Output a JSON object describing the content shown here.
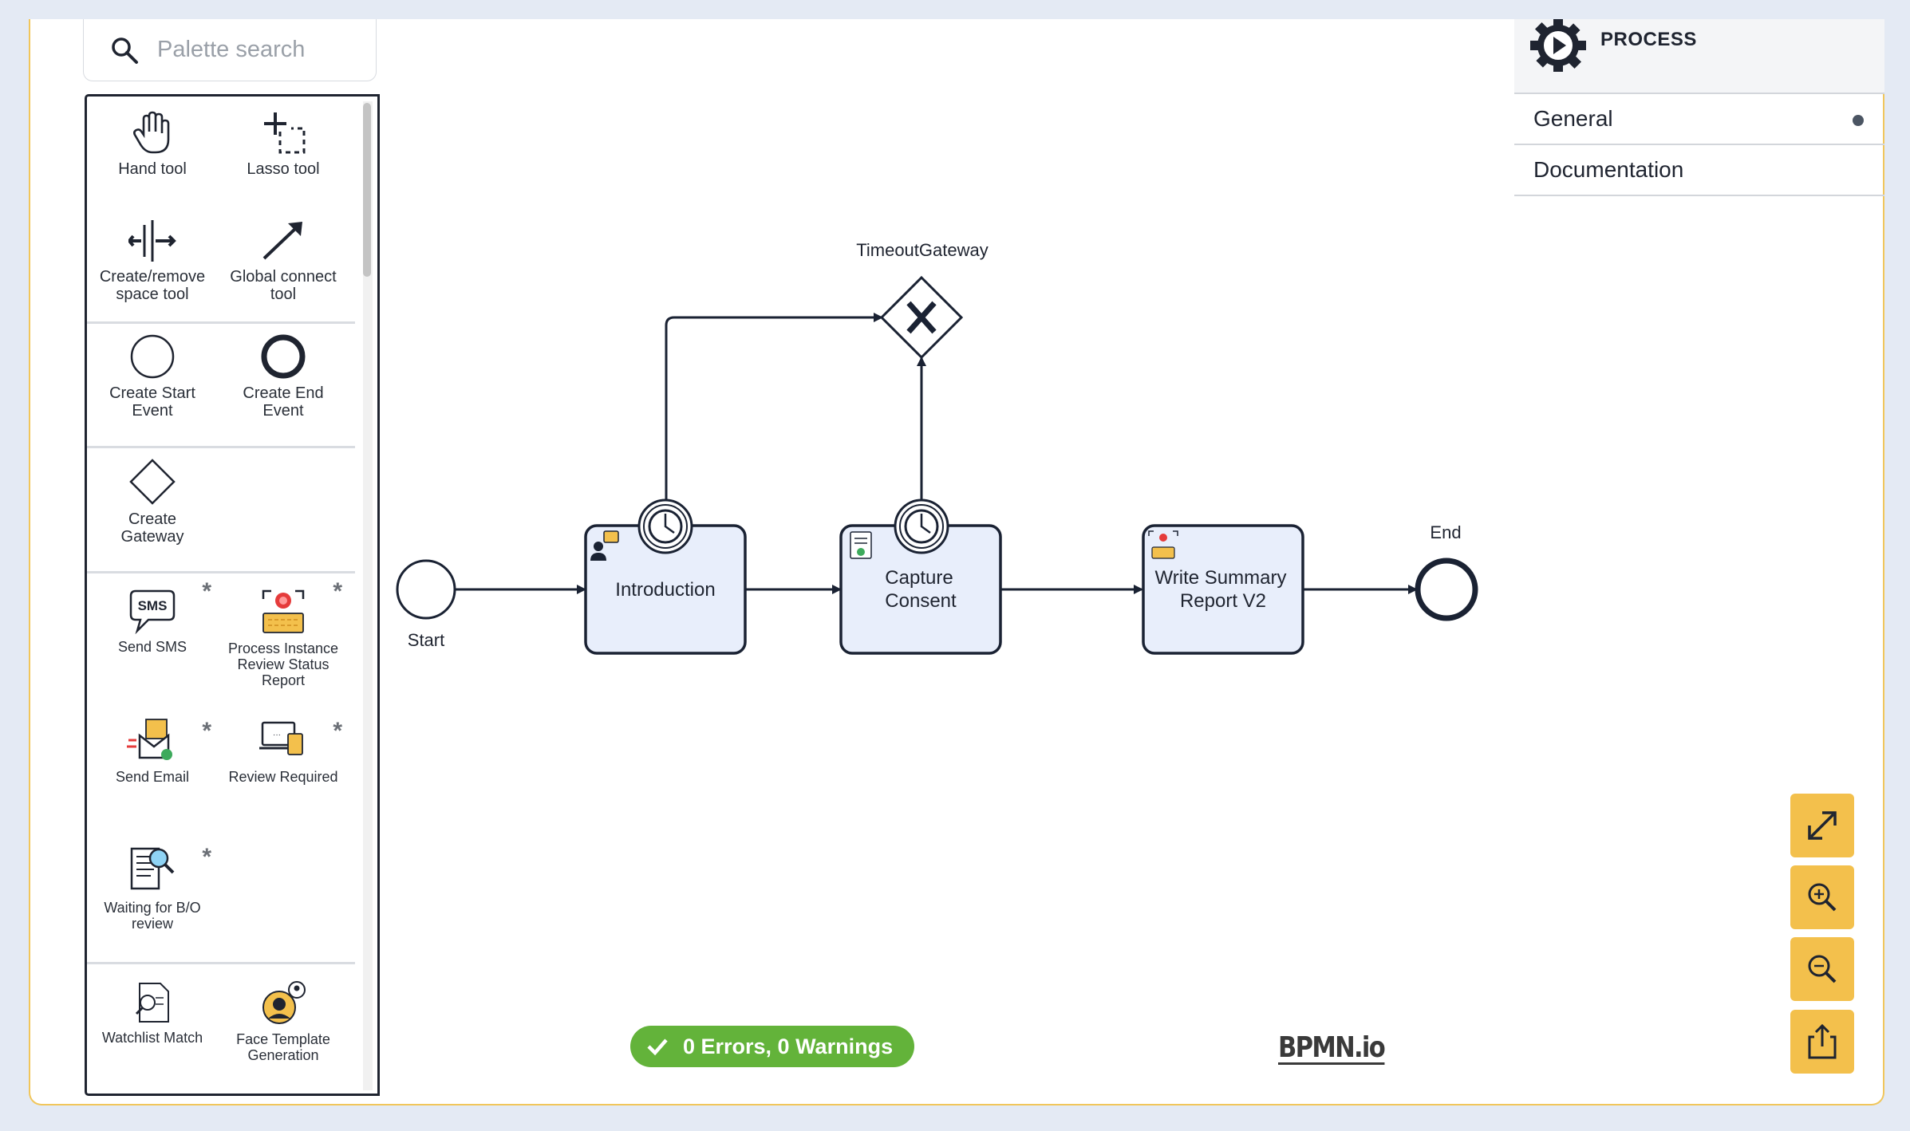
{
  "search": {
    "placeholder": "Palette search"
  },
  "palette": {
    "groups": [
      [
        {
          "label": "Hand tool"
        },
        {
          "label": "Lasso tool"
        },
        {
          "label": "Create/remove space tool"
        },
        {
          "label": "Global connect tool"
        }
      ],
      [
        {
          "label": "Create Start Event"
        },
        {
          "label": "Create End Event"
        }
      ],
      [
        {
          "label": "Create Gateway"
        }
      ],
      [
        {
          "label": "Send SMS",
          "icon": "sms-icon",
          "custom": "*"
        },
        {
          "label": "Process Instance Review Status Report",
          "icon": "report-icon",
          "custom": "*"
        },
        {
          "label": "Send Email",
          "icon": "email-icon",
          "custom": "*"
        },
        {
          "label": "Review Required",
          "icon": "review-icon",
          "custom": "*"
        },
        {
          "label": "Waiting for B/O review",
          "icon": "document-search-icon",
          "custom": "*"
        }
      ],
      [
        {
          "label": "Watchlist Match",
          "icon": "watchlist-icon"
        },
        {
          "label": "Face Template Generation",
          "icon": "face-icon"
        }
      ]
    ],
    "sms_text": "SMS"
  },
  "diagram": {
    "start_label": "Start",
    "end_label": "End",
    "gateway_label": "TimeoutGateway",
    "tasks": [
      {
        "lines": [
          "Introduction"
        ]
      },
      {
        "lines": [
          "Capture",
          "Consent"
        ]
      },
      {
        "lines": [
          "Write Summary",
          "Report V2"
        ]
      }
    ]
  },
  "properties": {
    "title": "PROCESS",
    "tabs": [
      {
        "label": "General",
        "active": true
      },
      {
        "label": "Documentation",
        "active": false
      }
    ]
  },
  "controls": [
    "fullscreen-icon",
    "zoom-in-icon",
    "zoom-out-icon",
    "export-icon"
  ],
  "status": {
    "text": "0 Errors, 0 Warnings"
  },
  "brand": {
    "logo": "BPMN.io"
  },
  "colors": {
    "accent": "#f3c04c",
    "task_fill": "#e8eefb",
    "success": "#63b33a",
    "outline": "#1a2233"
  }
}
